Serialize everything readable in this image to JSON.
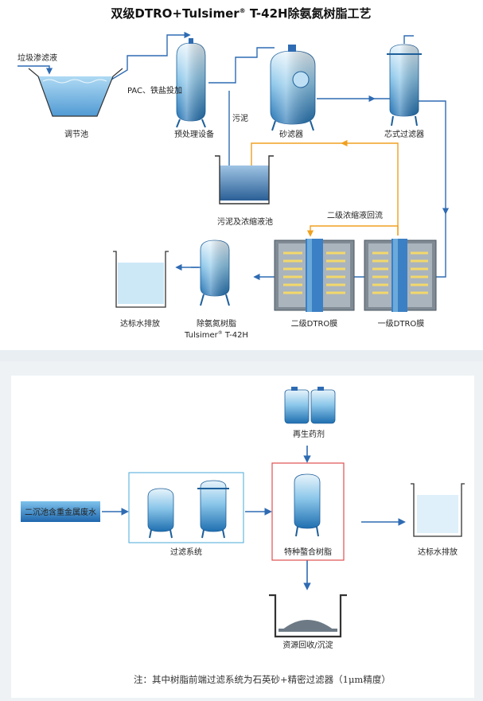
{
  "top": {
    "title": "双级DTRO+Tulsimer",
    "title_mark": "®",
    "title_tail": " T-42H除氨氮树脂工艺",
    "landfill_leachate": "垃圾渗滤液",
    "regulating_tank": "调节池",
    "pac_dosing": "PAC、铁盐投加",
    "pretreatment": "预处理设备",
    "sludge": "污泥",
    "sand_filter": "砂滤器",
    "cartridge_filter": "芯式过滤器",
    "sludge_tank": "污泥及浓缩液池",
    "second_concentrate_return": "二级浓缩液回流",
    "discharge": "达标水排放",
    "resin_line1": "除氨氮树脂",
    "resin_line2": "Tulsimer",
    "resin_mark": "®",
    "resin_line2_tail": " T-42H",
    "dtro2": "二级DTRO膜",
    "dtro1": "一级DTRO膜"
  },
  "bottom": {
    "wastewater": "二沉池含重金属废水",
    "regen_agent": "再生药剂",
    "filter_system": "过滤系统",
    "chelating_resin": "特种螯合树脂",
    "discharge": "达标水排放",
    "recovery": "资源回收/沉淀",
    "note": "注：其中树脂前端过滤系统为石英砂+精密过滤器（1μm精度）"
  },
  "colors": {
    "pipe": "#2e6bb3",
    "return_pipe": "#f0a020",
    "tank_water": "#5aaee0",
    "highlight_box": "#e05050"
  }
}
